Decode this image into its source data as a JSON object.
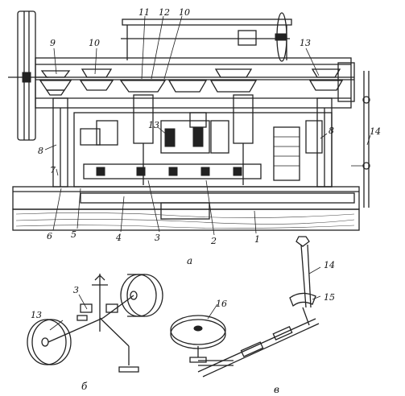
{
  "figure": {
    "panels": {
      "a": "а",
      "b": "б",
      "v": "в"
    },
    "labels_top": {
      "n11": "11",
      "n12": "12",
      "n10a": "10",
      "n9": "9",
      "n10b": "10",
      "n13a": "13",
      "n13b": "13",
      "n14": "14"
    },
    "labels_side": {
      "n8a": "8",
      "n8b": "8",
      "n7": "7"
    },
    "labels_bottom": {
      "n6": "6",
      "n5": "5",
      "n4": "4",
      "n3": "3",
      "n2": "2",
      "n1": "1"
    },
    "labels_detail": {
      "b3": "3",
      "b13": "13",
      "v14": "14",
      "v15": "15",
      "v16": "16"
    }
  }
}
